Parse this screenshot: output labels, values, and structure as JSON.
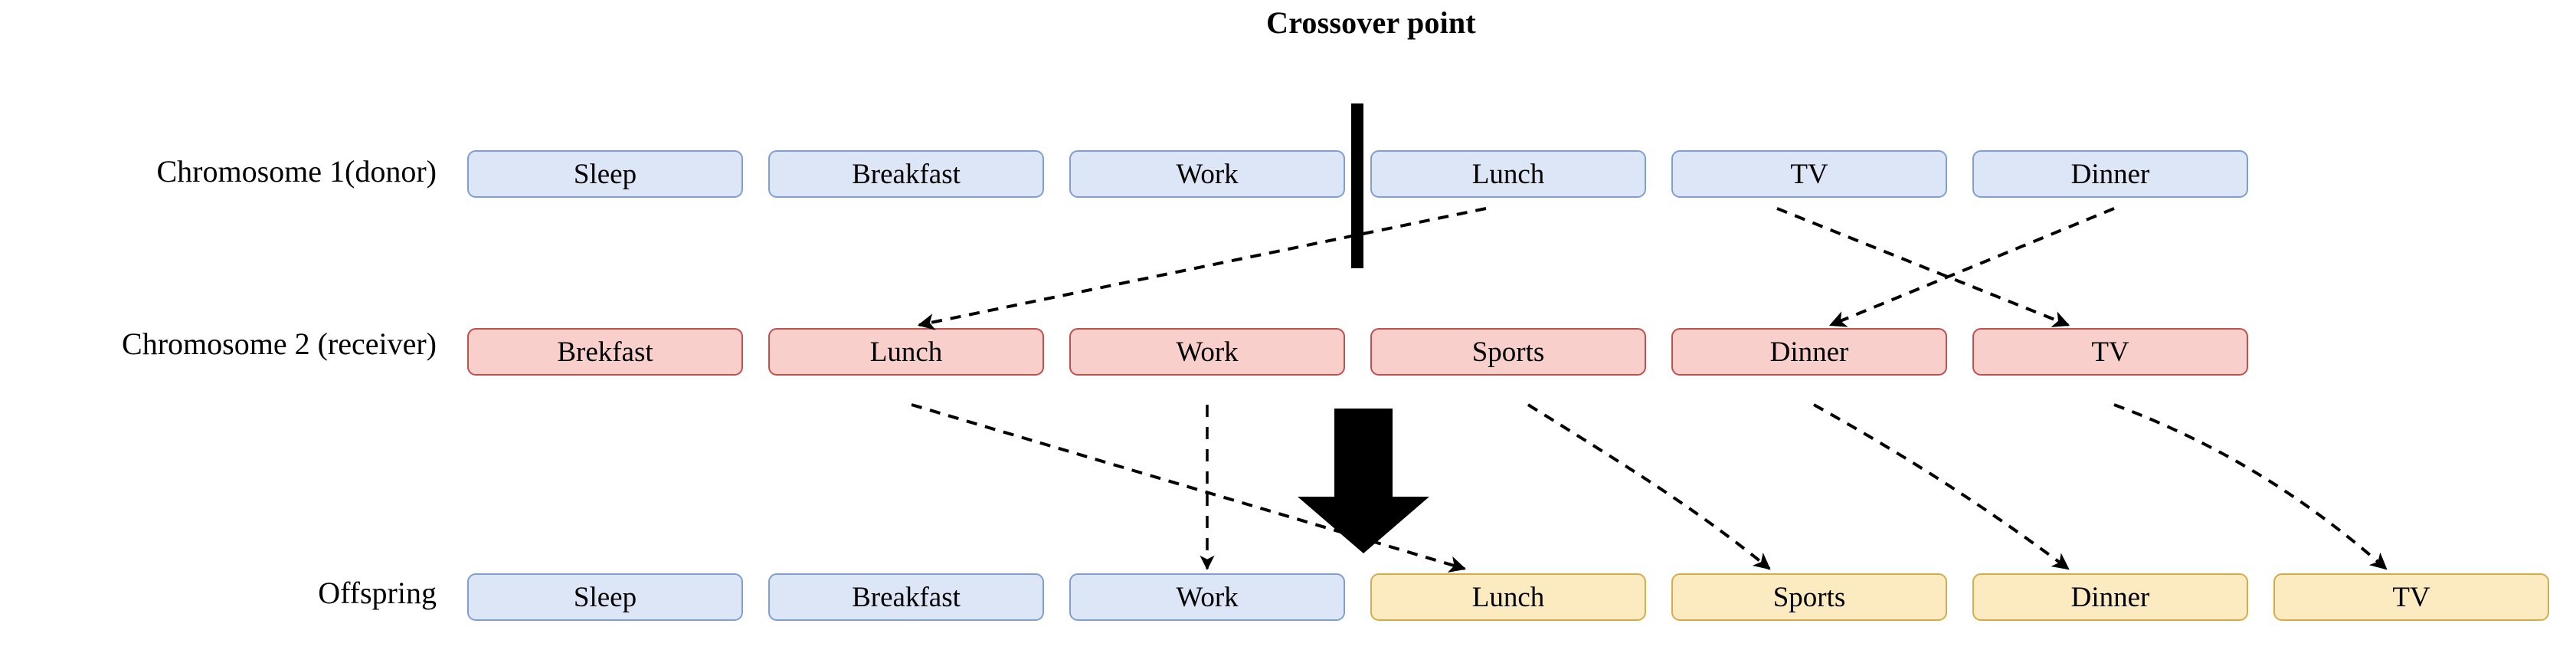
{
  "title": "Crossover point",
  "rows": {
    "chromosome1": {
      "label": "Chromosome 1(donor)",
      "genes": [
        "Sleep",
        "Breakfast",
        "Work",
        "Lunch",
        "TV",
        "Dinner"
      ],
      "color": "#dce6f6",
      "border_color": "#7f9fd0"
    },
    "chromosome2": {
      "label": "Chromosome 2 (receiver)",
      "genes": [
        "Brekfast",
        "Lunch",
        "Work",
        "Sports",
        "Dinner",
        "TV"
      ],
      "color": "#f8cfcb",
      "border_color": "#c0504d"
    },
    "offspring": {
      "label": "Offspring",
      "genes": [
        {
          "text": "Sleep",
          "style": "blue"
        },
        {
          "text": "Breakfast",
          "style": "blue"
        },
        {
          "text": "Work",
          "style": "blue"
        },
        {
          "text": "Lunch",
          "style": "yellow"
        },
        {
          "text": "Sports",
          "style": "yellow"
        },
        {
          "text": "Dinner",
          "style": "yellow"
        },
        {
          "text": "TV",
          "style": "yellow"
        }
      ],
      "blue_color": "#dce6f6",
      "blue_border_color": "#7f9fd0",
      "yellow_color": "#fcebc0",
      "yellow_border_color": "#d4ad4a"
    }
  },
  "markers": {
    "crossover_bar": "vertical-black-bar",
    "big_down_arrow": "thick-black-down-arrow"
  },
  "connectors": [
    {
      "from": "chromosome1.Lunch",
      "to": "chromosome2.Lunch",
      "style": "dashed-arrow"
    },
    {
      "from": "chromosome1.TV",
      "to": "chromosome2.TV",
      "style": "dashed-arrow"
    },
    {
      "from": "chromosome1.Dinner",
      "to": "chromosome2.Dinner",
      "style": "dashed-arrow"
    },
    {
      "from": "chromosome2.Lunch",
      "to": "offspring.Lunch",
      "style": "dashed-arrow"
    },
    {
      "from": "chromosome2.Work",
      "to": "offspring.Work",
      "style": "dashed-arrow"
    },
    {
      "from": "chromosome2.Sports",
      "to": "offspring.Sports",
      "style": "dashed-arrow"
    },
    {
      "from": "chromosome2.Dinner",
      "to": "offspring.Dinner",
      "style": "dashed-arrow"
    },
    {
      "from": "chromosome2.TV",
      "to": "offspring.TV",
      "style": "dashed-arrow"
    }
  ]
}
